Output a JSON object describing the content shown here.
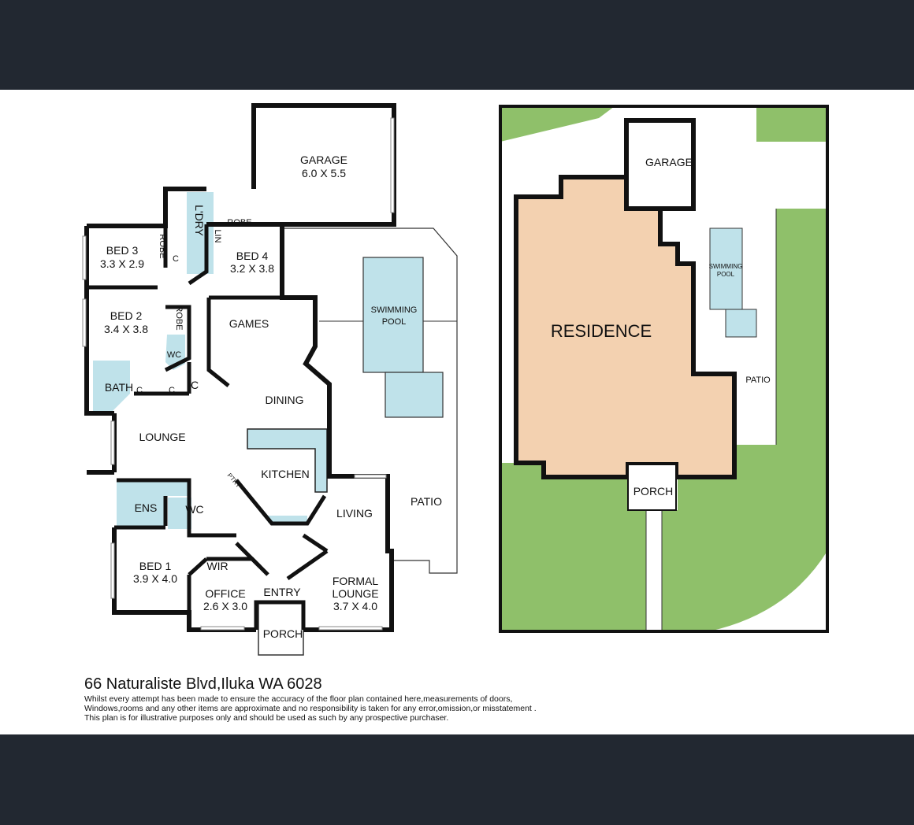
{
  "floor_plan": {
    "rooms": {
      "garage": {
        "name": "GARAGE",
        "size": "6.0 X 5.5"
      },
      "bed3": {
        "name": "BED 3",
        "size": "3.3 X 2.9"
      },
      "bed2": {
        "name": "BED 2",
        "size": "3.4 X 3.8"
      },
      "bed4": {
        "name": "BED 4",
        "size": "3.2 X 3.8"
      },
      "bed1": {
        "name": "BED 1",
        "size": "3.9 X 4.0"
      },
      "office": {
        "name": "OFFICE",
        "size": "2.6 X 3.0"
      },
      "formal_lounge": {
        "name1": "FORMAL",
        "name2": "LOUNGE",
        "size": "3.7 X 4.0"
      },
      "laundry": "L'DRY",
      "linen": "LIN",
      "robe": "ROBE",
      "closet": "C",
      "wc": "WC",
      "bath": "BATH",
      "games": "GAMES",
      "dining": "DINING",
      "lounge": "LOUNGE",
      "kitchen": "KITCHEN",
      "pantry": "PTRY",
      "ensuite": "ENS",
      "wir": "WIR",
      "entry": "ENTRY",
      "porch": "PORCH",
      "living": "LIVING",
      "patio": "PATIO",
      "pool1": "SWIMMING",
      "pool2": "POOL"
    }
  },
  "site_plan": {
    "garage": "GARAGE",
    "residence": "RESIDENCE",
    "pool1": "SWIMMING",
    "pool2": "POOL",
    "patio": "PATIO",
    "porch": "PORCH"
  },
  "colors": {
    "wet_area": "#bfe2ea",
    "lawn": "#8fc06a",
    "residence": "#f3d1b0",
    "frame": "#222831"
  },
  "footer": {
    "address": "66 Naturaliste Blvd,Iluka WA 6028",
    "disclaimer_1": "Whilst every attempt has been made to ensure the accuracy of the floor plan contained here,measurements of doors,",
    "disclaimer_2": "Windows,rooms and any other items are approximate and no responsibility is taken for any error,omission,or misstatement .",
    "disclaimer_3": "This plan is for illustrative purposes only and should be used as such by any prospective purchaser."
  }
}
